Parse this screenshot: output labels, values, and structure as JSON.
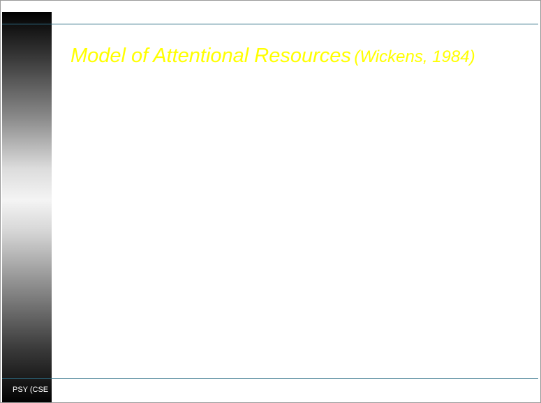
{
  "slide": {
    "title_main": "Model of Attentional Resources",
    "title_citation": "(Wickens, 1984)",
    "footer_text": "PSY (CSE"
  },
  "colors": {
    "title": "#ffff00",
    "rule": "#2e6f86",
    "background": "#ffffff"
  }
}
